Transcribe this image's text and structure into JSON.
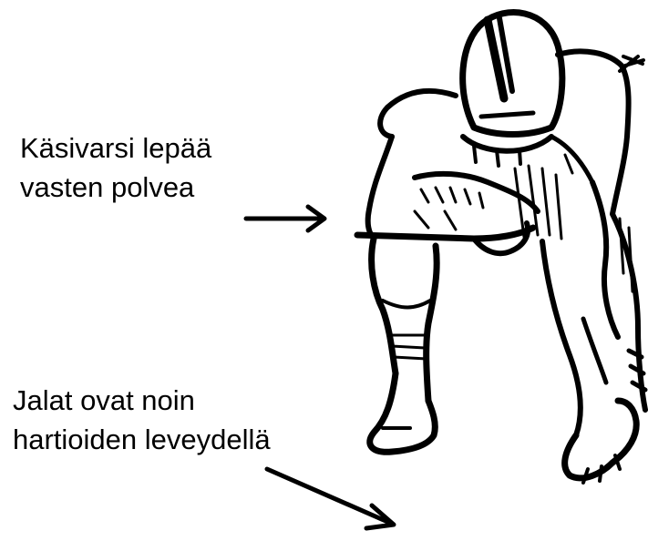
{
  "labels": {
    "arm": {
      "line1": "Käsivarsi lepää",
      "line2": "vasten polvea"
    },
    "feet": {
      "line1": "Jalat ovat noin",
      "line2": "hartioiden leveydellä"
    }
  },
  "colors": {
    "ink": "#000000",
    "background": "#ffffff"
  },
  "icons": {
    "figure": "football-lineman-stance-sketch",
    "arrow": "arrow-right-icon"
  }
}
